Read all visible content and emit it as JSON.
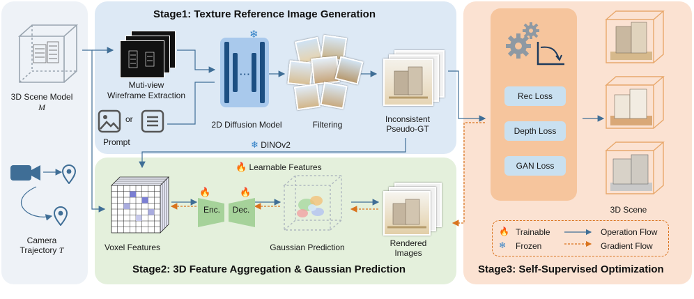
{
  "colors": {
    "input_panel": "#eef2f7",
    "stage1_panel": "#dde9f5",
    "stage2_panel": "#e4f0dc",
    "stage3_panel": "#fbe2d2",
    "stage3_inner": "#f6c59d",
    "loss_box": "#c9e0f0",
    "operation_flow": "#3f6e96",
    "gradient_flow": "#d9731d",
    "dark_blue": "#1d4f82"
  },
  "inputs": {
    "scene_model_label": "3D Scene Model",
    "scene_model_symbol": "M",
    "prompt_or": "or",
    "prompt_label": "Prompt",
    "camera_label": "Camera",
    "trajectory_label": "Trajectory",
    "trajectory_symbol": "T"
  },
  "stage1": {
    "title": "Stage1: Texture Reference Image Generation",
    "wireframe_label_1": "Muti-view",
    "wireframe_label_2": "Wireframe Extraction",
    "diffusion_label": "2D Diffusion Model",
    "filtering_label": "Filtering",
    "pseudo_gt_label_1": "Inconsistent",
    "pseudo_gt_label_2": "Pseudo-GT",
    "dinov2_label": "DINOv2"
  },
  "stage2": {
    "title": "Stage2: 3D Feature Aggregation & Gaussian Prediction",
    "learnable_label": "Learnable Features",
    "voxel_label": "Voxel Features",
    "encoder_label": "Enc.",
    "decoder_label": "Dec.",
    "gaussian_label": "Gaussian Prediction",
    "rendered_label_1": "Rendered",
    "rendered_label_2": "Images"
  },
  "stage3": {
    "title": "Stage3: Self-Supervised Optimization",
    "losses": [
      "Rec Loss",
      "Depth Loss",
      "GAN Loss"
    ],
    "scene_label": "3D Scene"
  },
  "legend": {
    "trainable": "Trainable",
    "frozen": "Frozen",
    "operation_flow": "Operation Flow",
    "gradient_flow": "Gradient Flow"
  },
  "icons": [
    "fire-icon",
    "snowflake-icon",
    "camera-icon",
    "location-pin-icon",
    "image-icon",
    "document-icon",
    "gear-icon",
    "cube-icon"
  ]
}
